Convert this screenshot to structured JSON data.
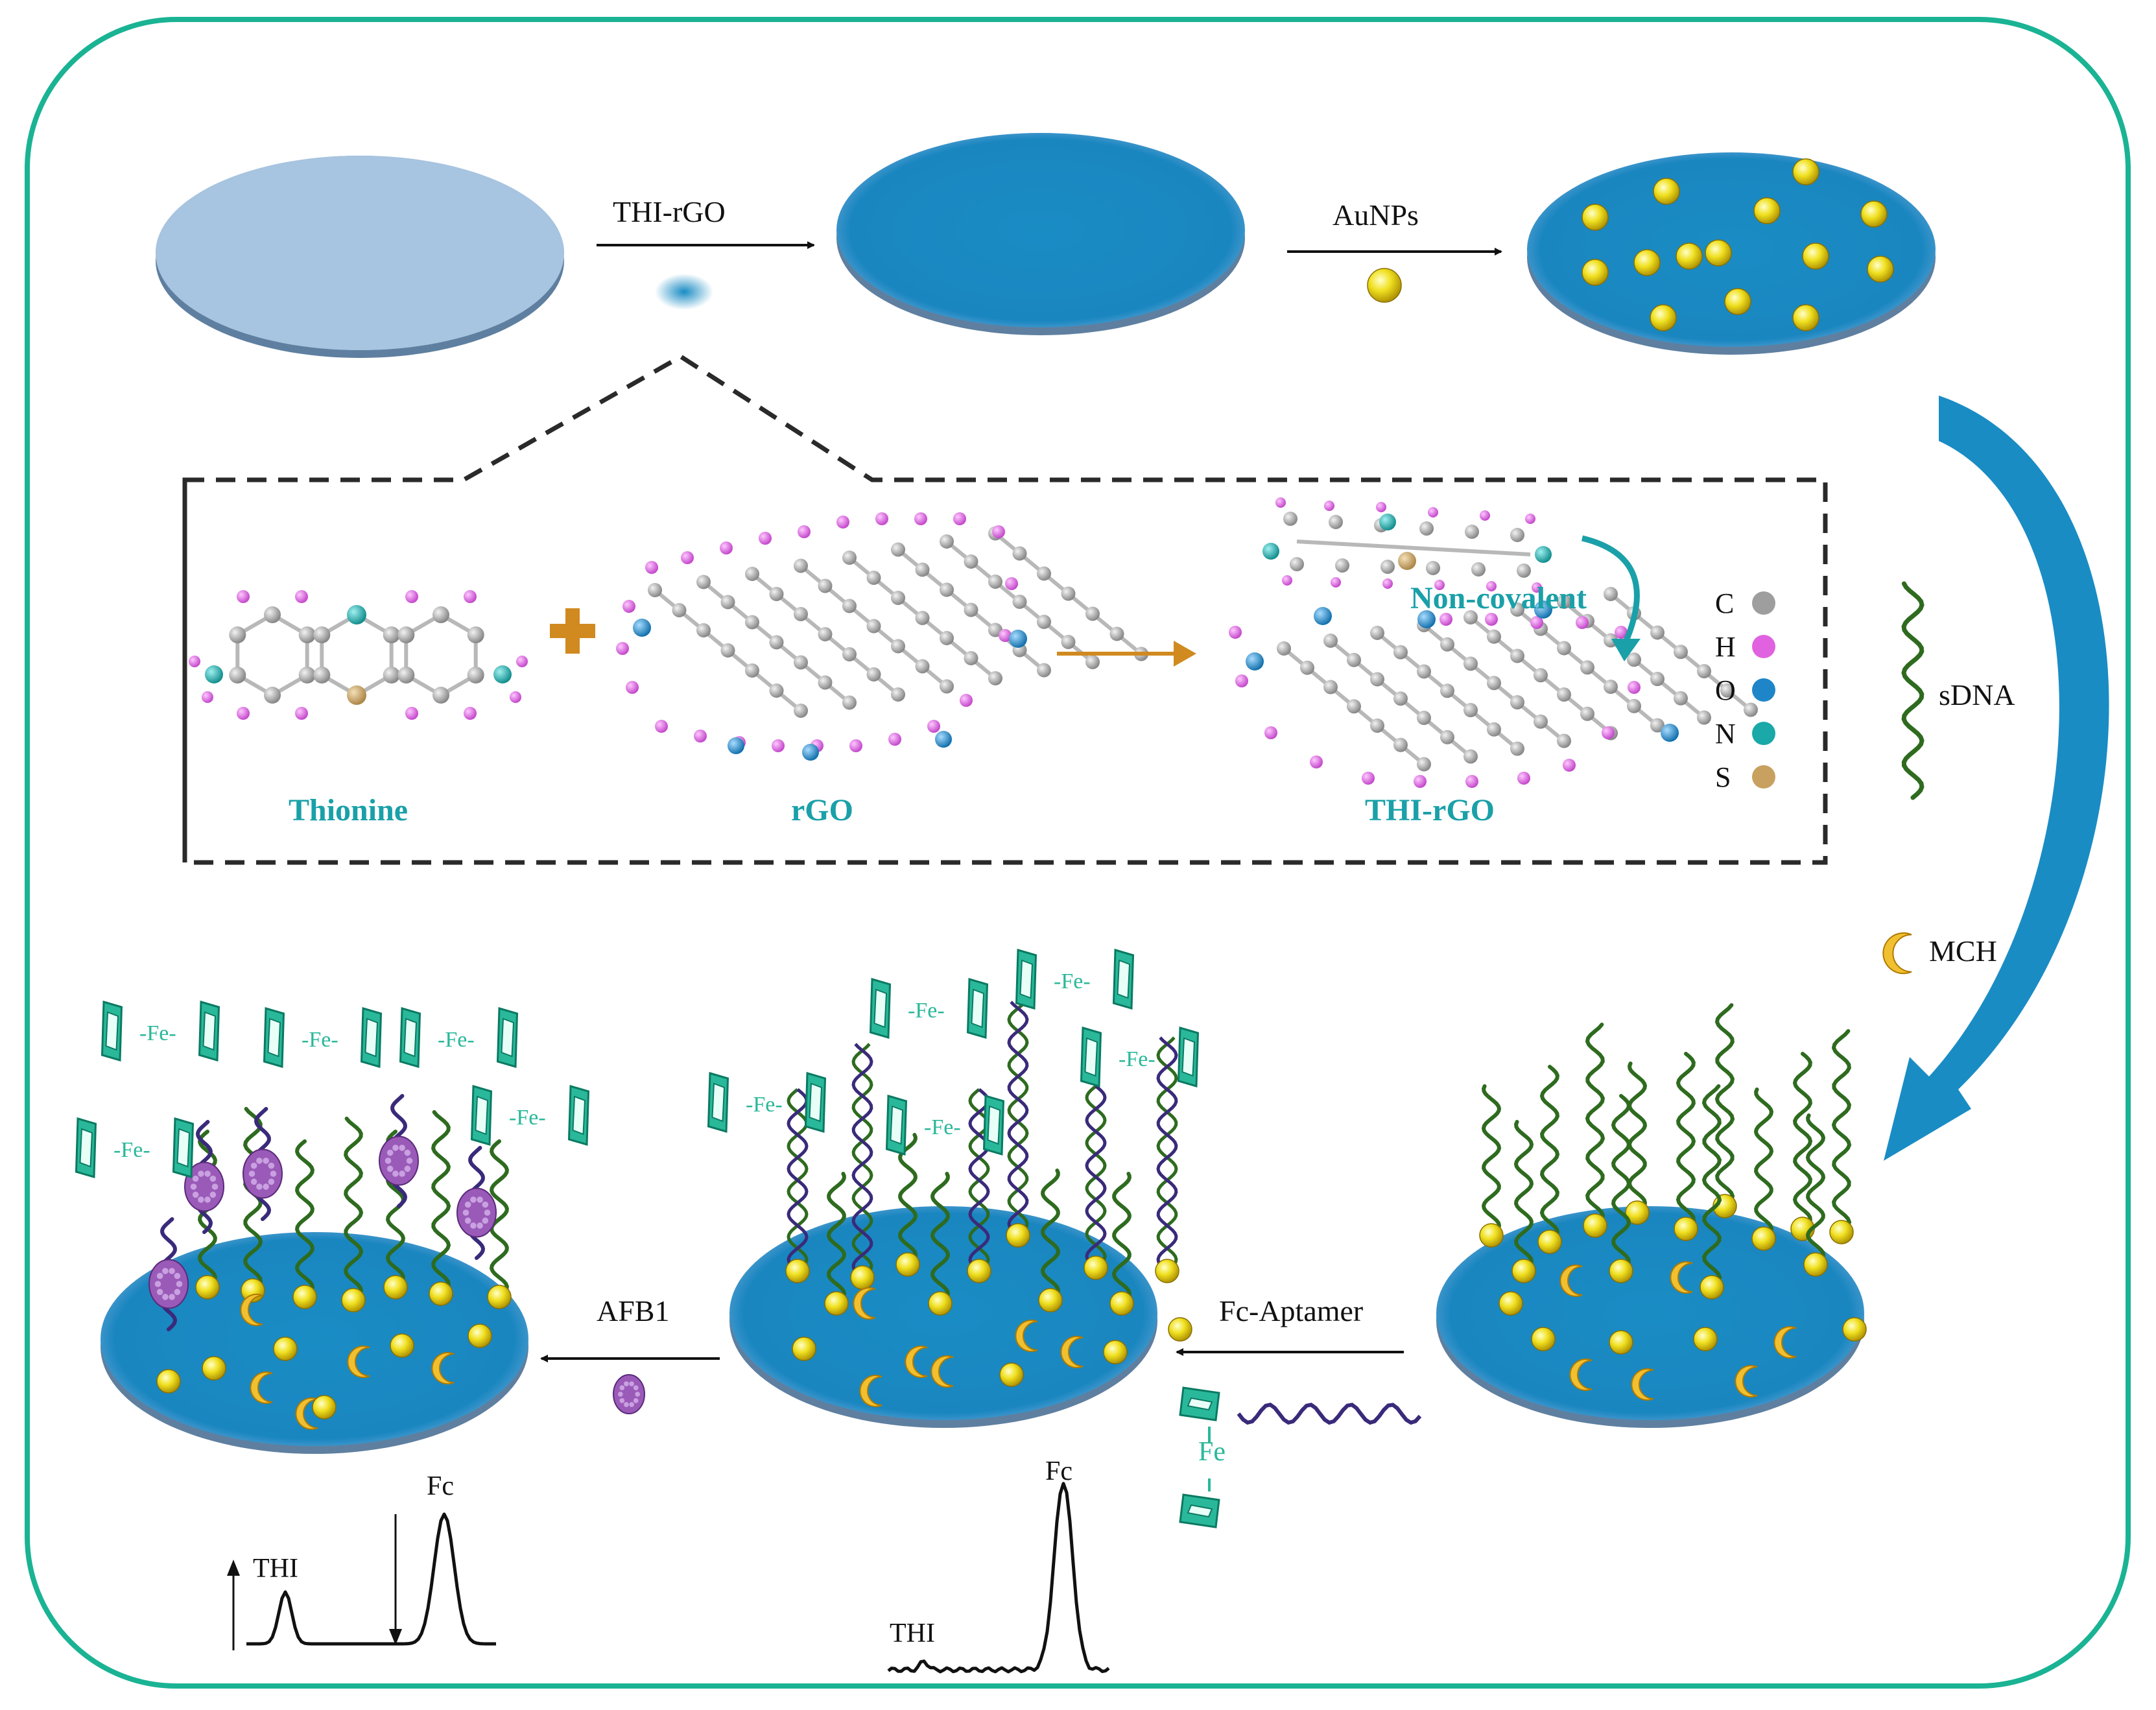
{
  "steps": {
    "thi_rgo": "THI-rGO",
    "aunps": "AuNPs",
    "afb1": "AFB1",
    "fc_aptamer": "Fc-Aptamer"
  },
  "side_labels": {
    "sdna": "sDNA",
    "mch": "MCH"
  },
  "inset": {
    "thionine": "Thionine",
    "rgo": "rGO",
    "thi_rgo": "THI-rGO",
    "non_covalent": "Non-covalent"
  },
  "legend": [
    {
      "symbol": "C",
      "color": "#9e9e9e"
    },
    {
      "symbol": "H",
      "color": "#e062e0"
    },
    {
      "symbol": "O",
      "color": "#1e86c8"
    },
    {
      "symbol": "N",
      "color": "#1aa8a8"
    },
    {
      "symbol": "S",
      "color": "#c8a060"
    }
  ],
  "ferrocene_label": "Fe",
  "ferrocene_tag": "-Fe-",
  "peaks": {
    "left_thi": "THI",
    "left_fc": "Fc",
    "mid_thi": "THI",
    "mid_fc": "Fc"
  },
  "colors": {
    "frame": "#1ab394",
    "electrode_bare": "#a7c4e0",
    "electrode_coated": "#1a8cc4",
    "gold": "#f0d800",
    "arrow_big": "#1a8cc4",
    "dna": "#2e6b1f",
    "aptamer": "#3a2a7a",
    "ferrocene": "#2ab89a",
    "afb1": "#9a5ab8"
  }
}
